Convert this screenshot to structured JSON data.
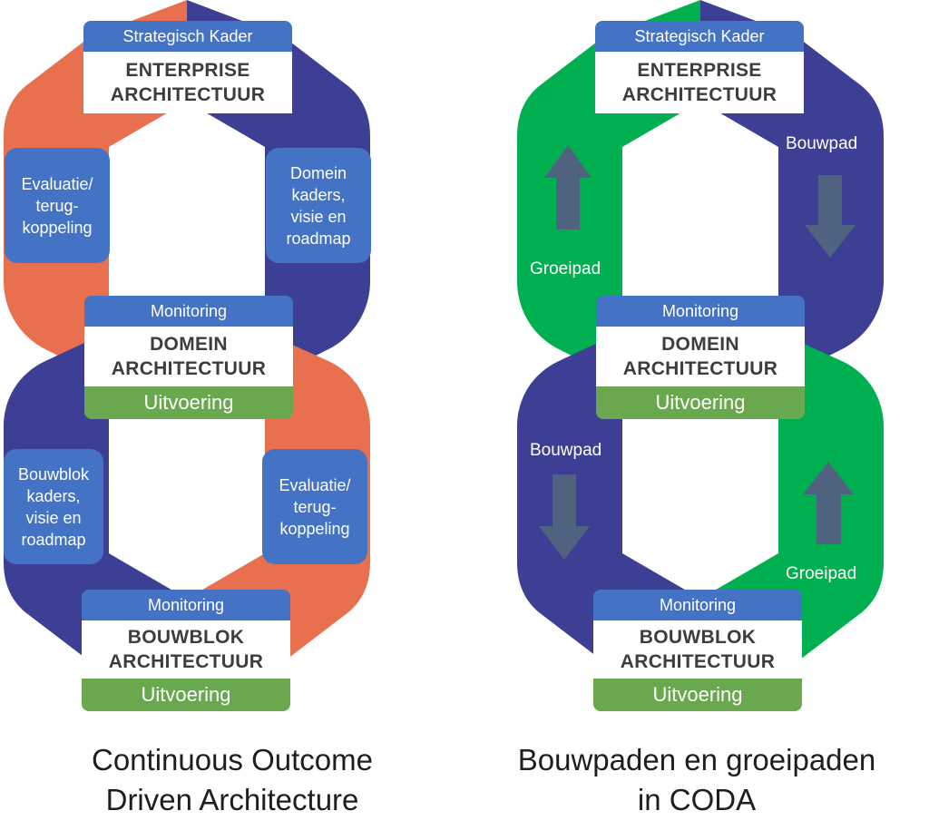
{
  "colors": {
    "orange": "#e8704f",
    "navy": "#3c3f93",
    "green": "#00b050",
    "blue": "#4472c4",
    "execution_green": "#6aa84f",
    "arrow": "#4f6381"
  },
  "left": {
    "enterprise": {
      "header": "Strategisch Kader",
      "title_line1": "ENTERPRISE",
      "title_line2": "ARCHITECTUUR"
    },
    "feedback_top": "Evaluatie/\nterug-\nkoppeling",
    "domain_frameworks": "Domein\nkaders,\nvisie en\nroadmap",
    "domain": {
      "header": "Monitoring",
      "title_line1": "DOMEIN",
      "title_line2": "ARCHITECTUUR",
      "footer": "Uitvoering"
    },
    "block_frameworks": "Bouwblok\nkaders,\nvisie en\nroadmap",
    "feedback_bottom": "Evaluatie/\nterug-\nkoppeling",
    "block": {
      "header": "Monitoring",
      "title_line1": "BOUWBLOK",
      "title_line2": "ARCHITECTUUR",
      "footer": "Uitvoering"
    },
    "caption_line1": "Continuous Outcome",
    "caption_line2": "Driven Architecture"
  },
  "right": {
    "enterprise": {
      "header": "Strategisch Kader",
      "title_line1": "ENTERPRISE",
      "title_line2": "ARCHITECTUUR"
    },
    "build_path_top": "Bouwpad",
    "growth_path_top": "Groeipad",
    "domain": {
      "header": "Monitoring",
      "title_line1": "DOMEIN",
      "title_line2": "ARCHITECTUUR",
      "footer": "Uitvoering"
    },
    "build_path_bottom": "Bouwpad",
    "growth_path_bottom": "Groeipad",
    "block": {
      "header": "Monitoring",
      "title_line1": "BOUWBLOK",
      "title_line2": "ARCHITECTUUR",
      "footer": "Uitvoering"
    },
    "caption_line1": "Bouwpaden en groeipaden",
    "caption_line2": "in CODA"
  }
}
